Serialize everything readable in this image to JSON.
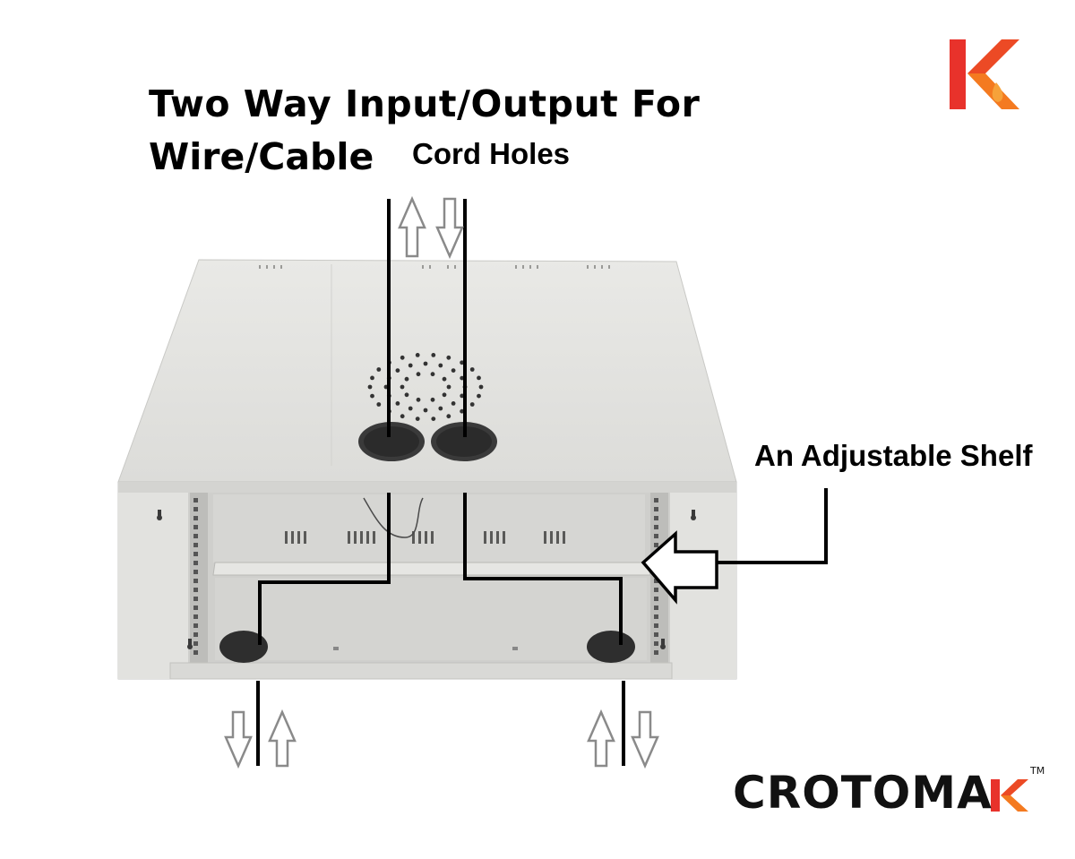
{
  "annotations": {
    "title_line1": "Two Way Input/Output For",
    "title_line2": "Wire/Cable",
    "title_line2_suffix": "Cord Holes",
    "shelf_label": "An Adjustable Shelf"
  },
  "brand": {
    "name": "CROTOMAK",
    "name_text": "CROTOMA",
    "trademark": "TM",
    "logo_colors": [
      "#e8322b",
      "#f47a20"
    ]
  },
  "colors": {
    "cabinet": "#e4e4e1",
    "line": "#000000",
    "arrow_outline": "#8a8a8a"
  }
}
